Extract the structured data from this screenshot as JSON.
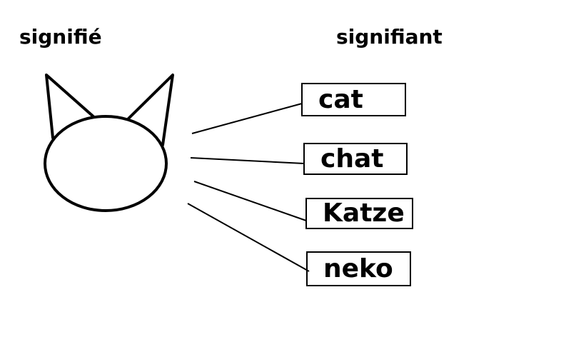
{
  "diagram": {
    "signified_label": "signifié",
    "signifier_label": "signifiant",
    "signified_concept": "cat-drawing",
    "signifiers": [
      "cat",
      "chat",
      "Katze",
      "neko"
    ]
  }
}
